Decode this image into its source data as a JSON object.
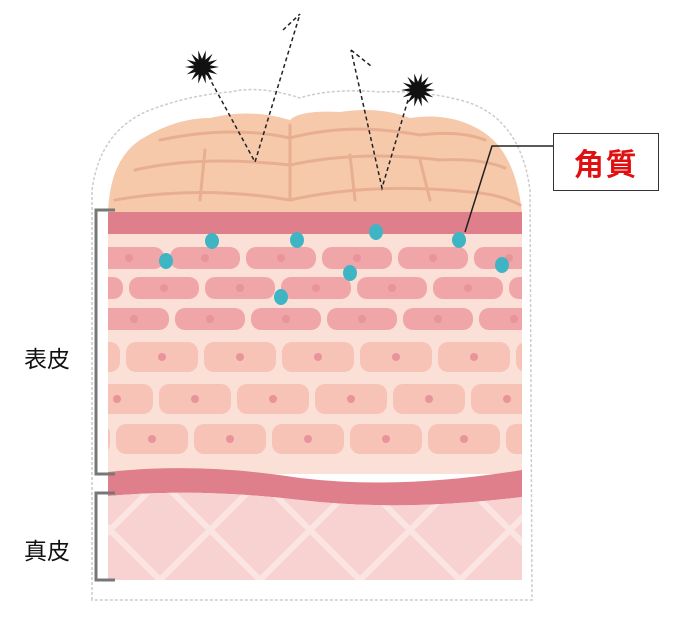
{
  "labels": {
    "epidermis": "表皮",
    "dermis": "真皮",
    "stratum_corneum": "角質"
  },
  "colors": {
    "corneum": "#f6c9ab",
    "band": "#e07f8c",
    "cell_dark": "#f0a6a8",
    "cell_light": "#f7c3b6",
    "dermis": "#f8d2d0",
    "moisture_dot": "#3fb5c4",
    "label_red": "#e01010"
  }
}
